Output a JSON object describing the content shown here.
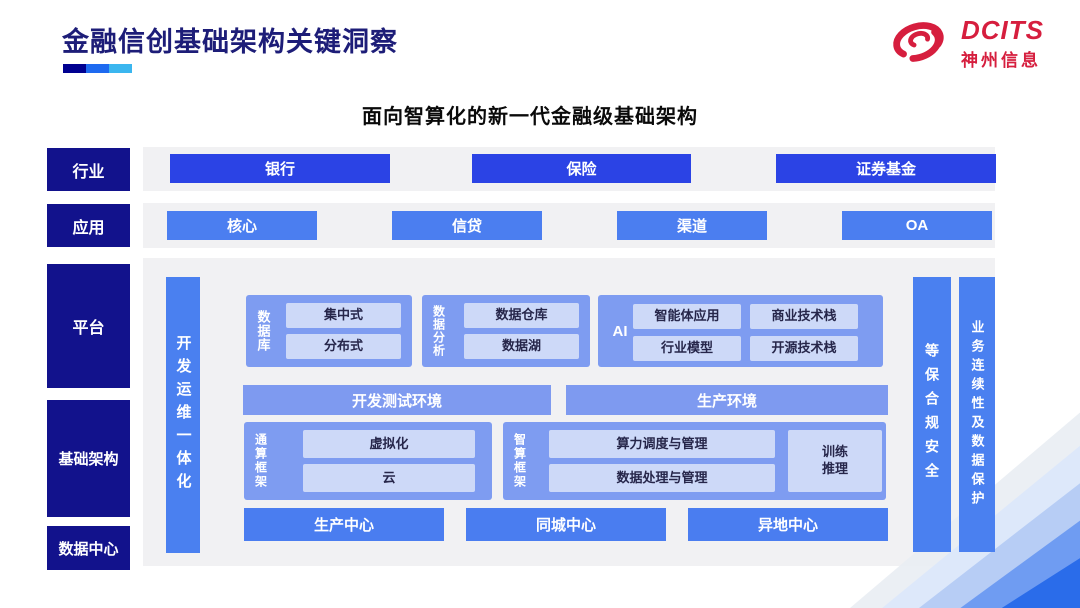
{
  "header": {
    "title": "金融信创基础架构关键洞察",
    "logo": {
      "brand": "DCITS",
      "company": "神州信息"
    }
  },
  "subtitle": "面向智算化的新一代金融级基础架构",
  "rails": {
    "industry": "行业",
    "application": "应用",
    "platform": "平台",
    "infrastructure": "基础架构",
    "datacenter": "数据中心"
  },
  "industry_row": {
    "items": [
      "银行",
      "保险",
      "证券基金"
    ]
  },
  "application_row": {
    "items": [
      "核心",
      "信贷",
      "渠道",
      "OA"
    ]
  },
  "platform": {
    "devops_bar": "开发运维一体化",
    "database": {
      "label": "数据库",
      "items": [
        "集中式",
        "分布式"
      ]
    },
    "analytics": {
      "label": "数据分析",
      "items": [
        "数据仓库",
        "数据湖"
      ]
    },
    "ai": {
      "label": "AI",
      "items": [
        "智能体应用",
        "商业技术栈",
        "行业模型",
        "开源技术栈"
      ]
    },
    "environments": [
      "开发测试环境",
      "生产环境"
    ],
    "general_framework": {
      "label": "通算框架",
      "items": [
        "虚拟化",
        "云"
      ]
    },
    "intelligent_framework": {
      "label": "智算框架",
      "items": [
        "算力调度与管理",
        "数据处理与管理"
      ],
      "side_item_lines": [
        "训练",
        "推理"
      ]
    }
  },
  "datacenters": [
    "生产中心",
    "同城中心",
    "异地中心"
  ],
  "right_bars": {
    "security": "等保合规安全",
    "continuity": "业务连续性及数据保护"
  },
  "colors": {
    "title_navy": "#1d1d78",
    "rail_navy": "#12128c",
    "deep_blue": "#2b43e5",
    "mid_blue": "#4b7ef0",
    "bar_blue": "#4a80f0",
    "container_blue": "#7e9cf1",
    "chip_blue": "#cdd9f8",
    "band_gray": "#f1f1f3",
    "brand_red": "#d61e3e",
    "underline": [
      "#000090",
      "#1e6af0",
      "#3bb6ef"
    ]
  }
}
